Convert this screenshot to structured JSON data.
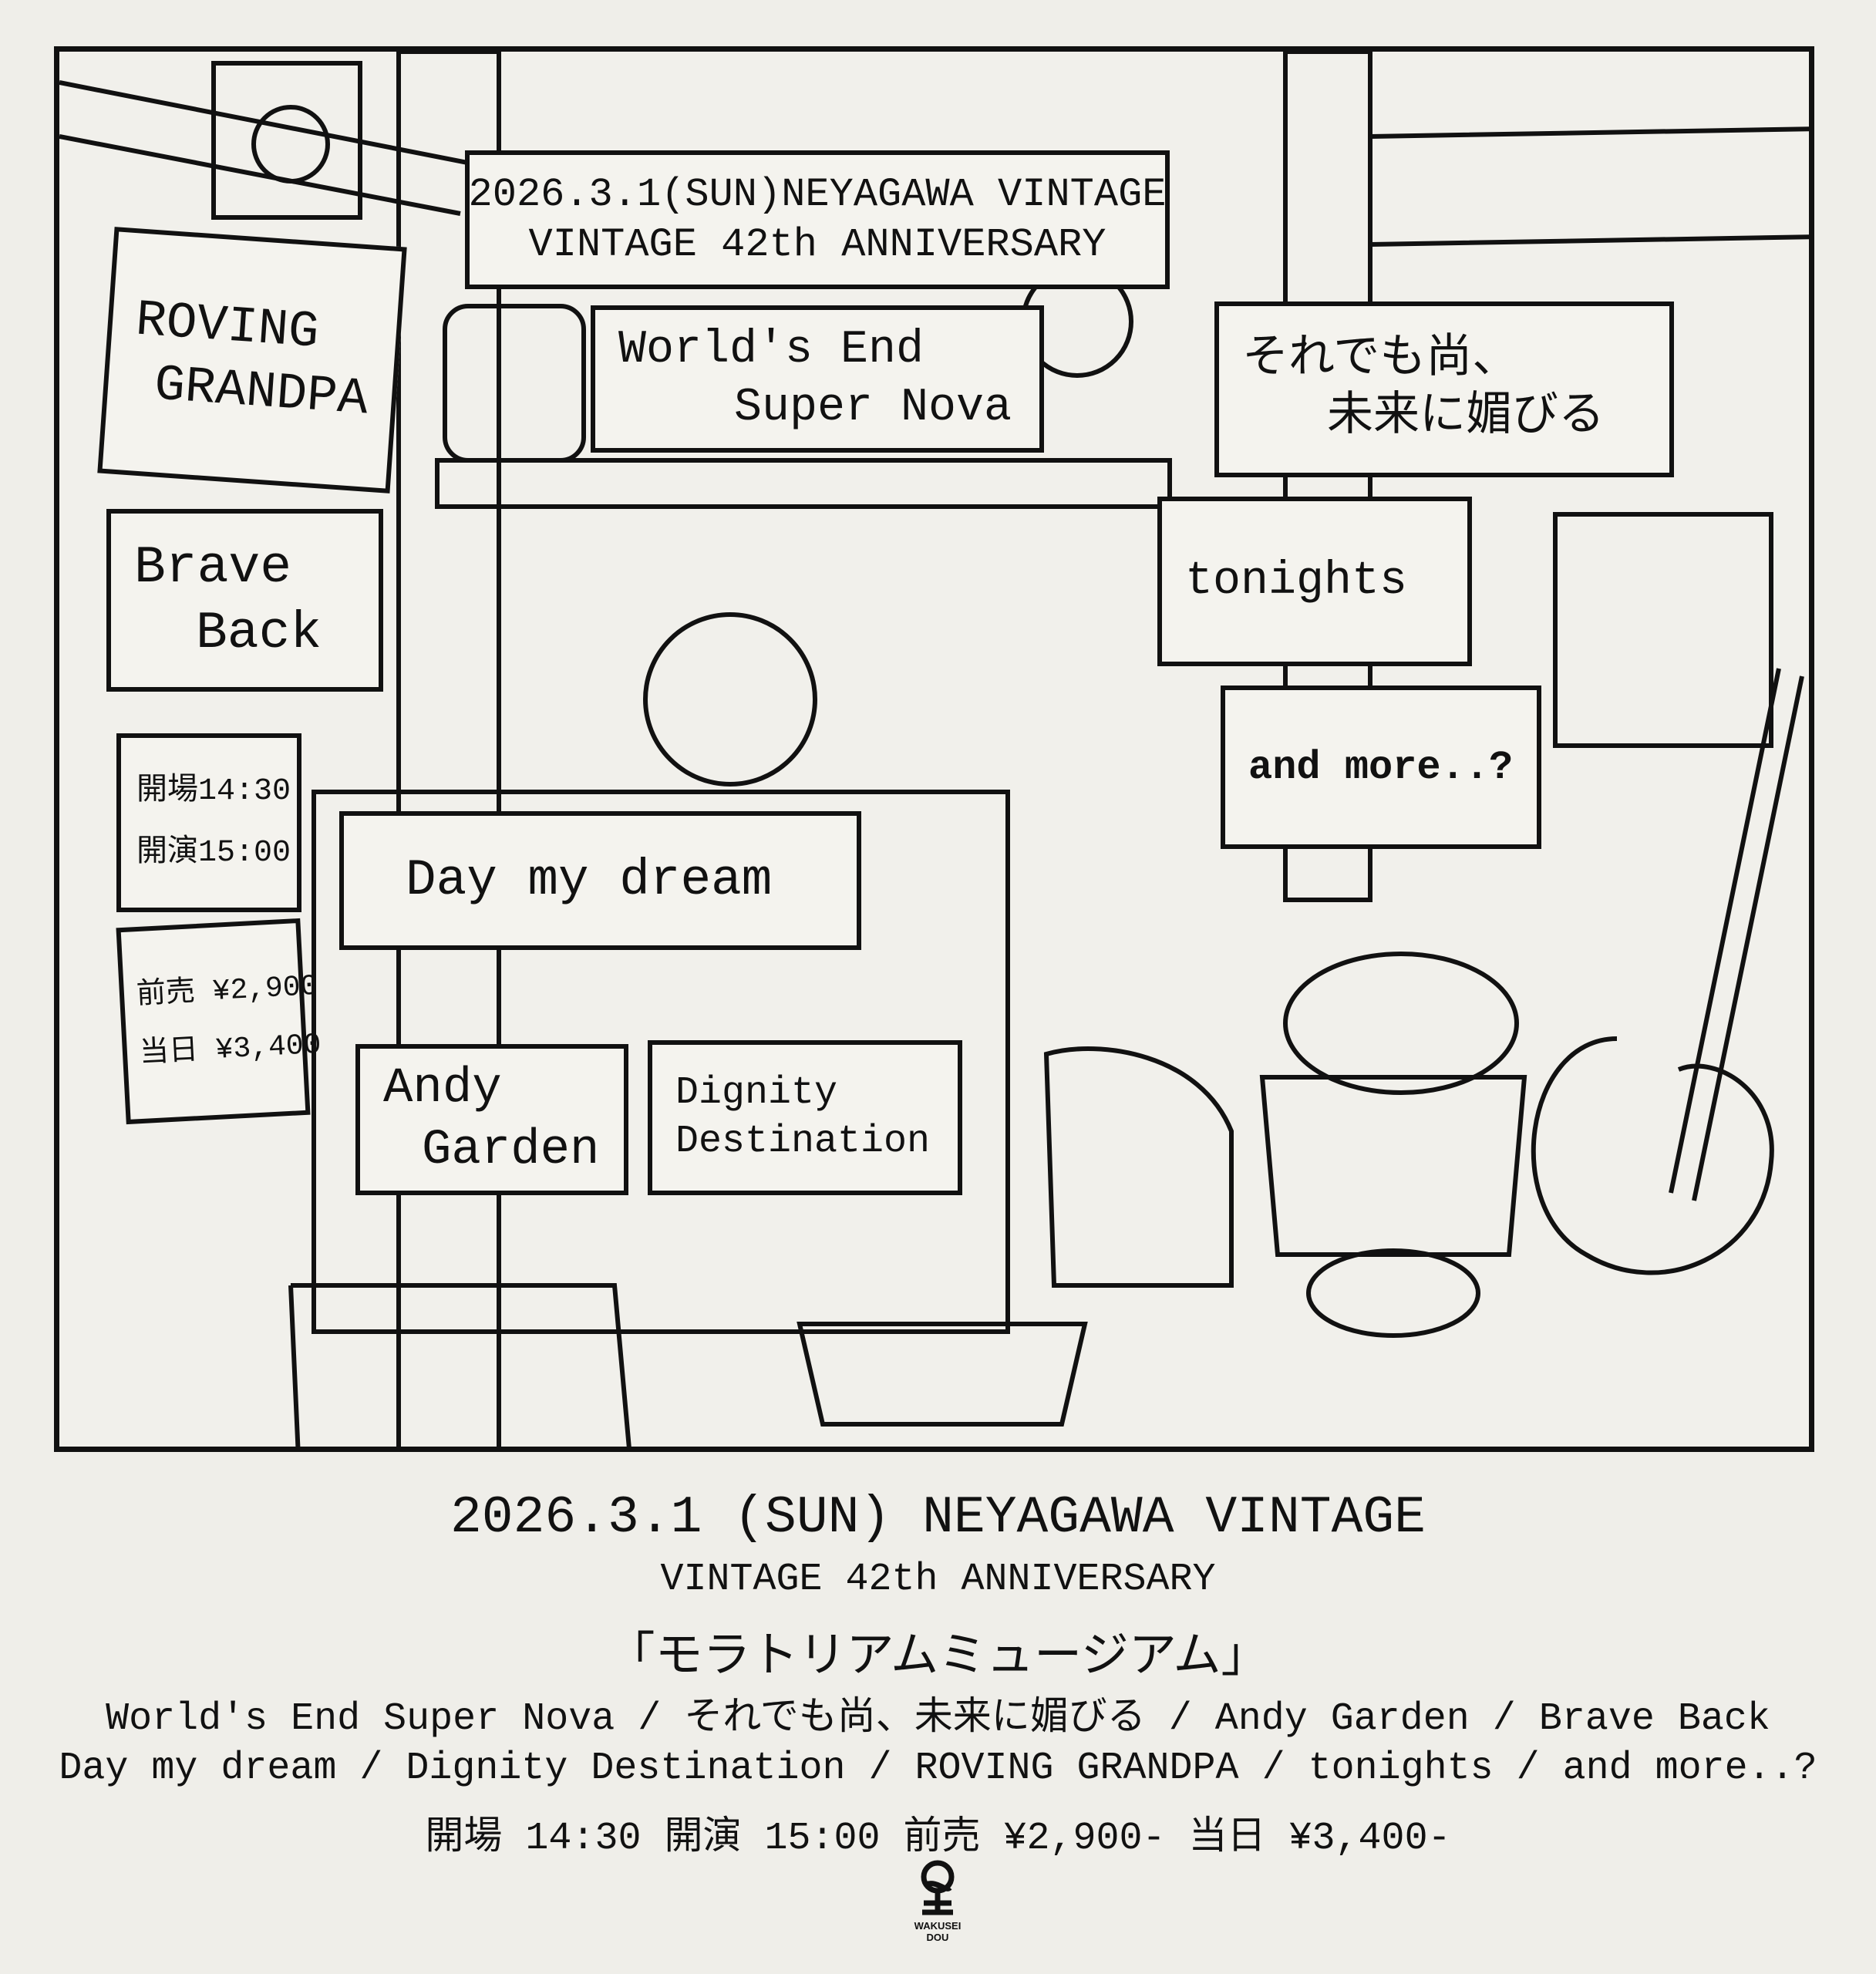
{
  "illustration": {
    "top_sign": {
      "line1": "2026.3.1(SUN)NEYAGAWA VINTAGE",
      "line2": "VINTAGE 42th ANNIVERSARY"
    },
    "signs": {
      "roving_grandpa": [
        "ROVING",
        "GRANDPA"
      ],
      "worlds_end": [
        "World's End",
        "Super Nova"
      ],
      "soredemo": [
        "それでも尚、",
        "未来に媚びる"
      ],
      "brave_back": [
        "Brave",
        "Back"
      ],
      "tonights": [
        "tonights"
      ],
      "and_more": [
        "and more..?"
      ],
      "day_my_dream": [
        "Day my dream"
      ],
      "andy_garden": [
        "Andy",
        "Garden"
      ],
      "dignity": [
        "Dignity",
        "Destination"
      ],
      "times": [
        "開場14:30",
        "開演15:00"
      ],
      "prices": [
        "前売 ¥2,900",
        "当日 ¥3,400"
      ]
    }
  },
  "info": {
    "date_venue": "2026.3.1 (SUN) NEYAGAWA VINTAGE",
    "anniversary": "VINTAGE 42th ANNIVERSARY",
    "title": "「モラトリアムミュージアム」",
    "lineup1": "World's End Super Nova / それでも尚、未来に媚びる / Andy Garden / Brave Back",
    "lineup2": "Day my dream / Dignity Destination / ROVING GRANDPA / tonights / and more..?",
    "times_prices": "開場 14:30  開演 15:00  前売 ¥2,900-  当日 ¥3,400-"
  },
  "logo": {
    "text": "WAKUSEI DOU"
  }
}
